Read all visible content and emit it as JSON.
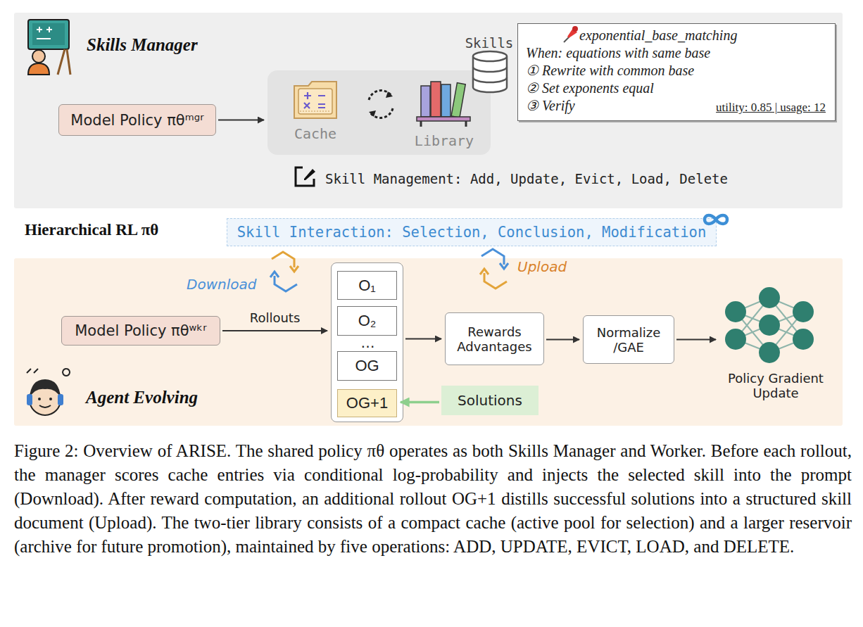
{
  "diagram": {
    "caption": "Figure 2: Overview of ARISE. The shared policy πθ operates as both Skills Manager and Worker. Before each rollout, the manager scores cache entries via conditional log-probability and injects the selected skill into the prompt (Download). After reward computation, an additional rollout OG+1 distills successful solutions into a structured skill document (Upload). The two-tier library consists of a compact cache (active pool for selection) and a larger reservoir (archive for future promotion), maintained by five operations: ADD, UPDATE, EVICT, LOAD, and DELETE.",
    "nodes": [
      {
        "text": [
          "Skills Manager"
        ]
      },
      {
        "text": [
          "Model Policy πθᵐᵍʳ"
        ],
        "in": 0
      },
      {
        "text": [
          "Cache",
          "Library"
        ],
        "in": 0
      },
      {
        "text": [
          "Skills"
        ],
        "in": 0
      },
      {
        "text": [
          "exponential_base_matching",
          "When: equations with same base",
          "① Rewrite with common base",
          "② Set exponents equal",
          "③ Verify",
          "utility: 0.85 | usage: 12"
        ],
        "in": 0
      },
      {
        "text": [
          "Skill Interaction: Selection, Conclusion, Modification"
        ]
      },
      {
        "text": [
          "Agent Evolving"
        ]
      },
      {
        "text": [
          "Model Policy πθʷᵏʳ"
        ],
        "in": 6
      },
      {
        "text": [
          "…"
        ],
        "in": 6
      },
      {
        "text": [
          "O₁"
        ],
        "in": 8
      },
      {
        "text": [
          "O₂"
        ],
        "in": 8
      },
      {
        "text": [
          "OG"
        ],
        "in": 8
      },
      {
        "text": [
          "OG+1"
        ],
        "in": 8
      },
      {
        "text": [
          "Rewards Advantages"
        ],
        "in": 6
      },
      {
        "text": [
          "Normalize /GAE"
        ],
        "in": 6
      },
      {
        "text": [
          "Policy Gradient Update"
        ],
        "in": 6
      },
      {
        "text": [
          "Solutions"
        ],
        "in": 6
      }
    ],
    "edges": [
      {
        "from": 1,
        "to": 2,
        "arrow": "to"
      },
      {
        "from": 7,
        "to": 8,
        "label": "Rollouts",
        "arrow": "to"
      },
      {
        "from": 8,
        "to": 13,
        "arrow": "to"
      },
      {
        "from": 13,
        "to": 14,
        "arrow": "to"
      },
      {
        "from": 14,
        "to": 15,
        "arrow": "to"
      },
      {
        "from": 16,
        "to": 12,
        "arrow": "to"
      }
    ],
    "labels": [
      "Skill Management: Add, Update, Evict, Load, Delete",
      "Hierarchical RL πθ",
      "Download",
      "Upload"
    ]
  }
}
